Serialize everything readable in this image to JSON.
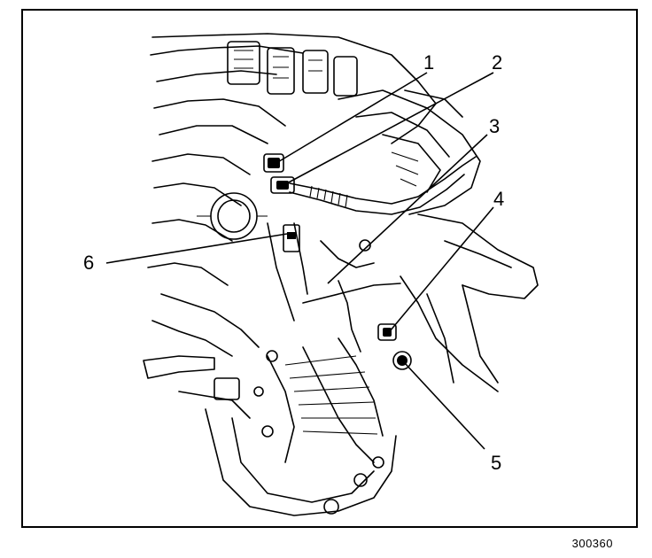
{
  "figure": {
    "id": "300360",
    "callouts": [
      {
        "id": "callout-1",
        "label": "1"
      },
      {
        "id": "callout-2",
        "label": "2"
      },
      {
        "id": "callout-3",
        "label": "3"
      },
      {
        "id": "callout-4",
        "label": "4"
      },
      {
        "id": "callout-5",
        "label": "5"
      },
      {
        "id": "callout-6",
        "label": "6"
      }
    ]
  }
}
